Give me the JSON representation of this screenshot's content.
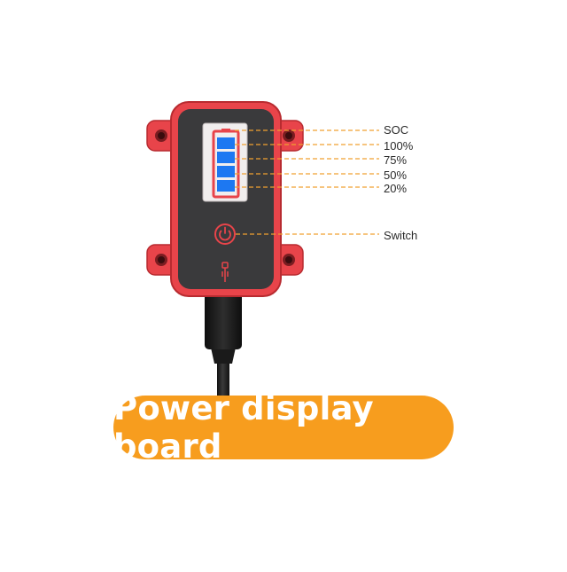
{
  "labels": {
    "soc": "SOC",
    "p100": "100%",
    "p75": "75%",
    "p50": "50%",
    "p20": "20%",
    "switch": "Switch"
  },
  "banner": {
    "title": "Power display board"
  },
  "colors": {
    "housing": "#e8444a",
    "panel": "#3a3a3c",
    "battery_cell": "#1d78f2",
    "leader_line": "#f0a030",
    "banner": "#f79d1e",
    "cable": "#1a1a1a"
  },
  "icons": {
    "power": "power-icon",
    "usb": "usb-icon"
  }
}
